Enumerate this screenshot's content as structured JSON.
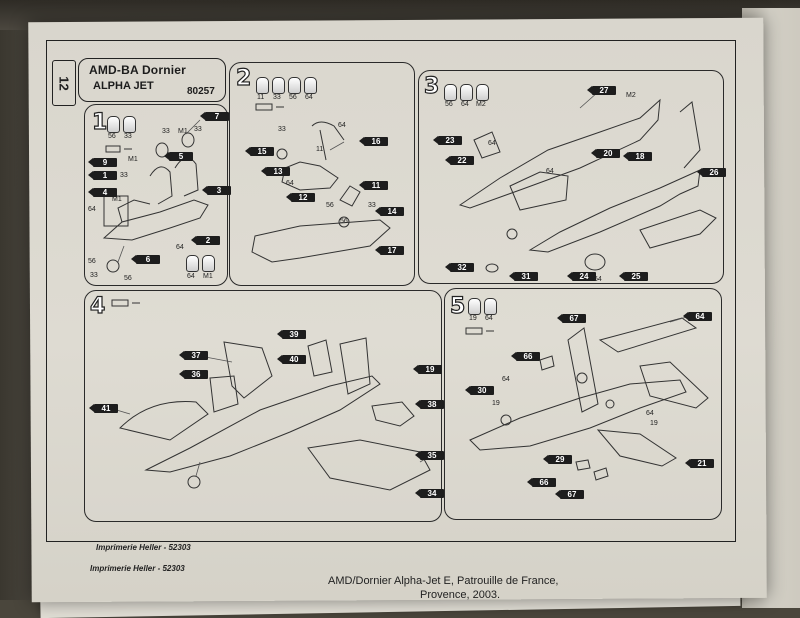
{
  "sheet": {
    "page_number": "12",
    "title_line1": "AMD-BA Dornier",
    "title_line2": "ALPHA JET",
    "kit_ref": "80257",
    "footer_printer": "Imprimerie Heller - 52303",
    "under_footer_printer": "Imprimerie Heller - 52303",
    "under_caption_line1": "AMD/Dornier Alpha-Jet E, Patrouille de France,",
    "under_caption_line2": "Provence, 2003."
  },
  "steps": [
    {
      "number": "1",
      "paints": [
        "56",
        "33"
      ],
      "paints_bottom": [
        "64",
        "M1"
      ],
      "tags": [
        "7",
        "5",
        "9",
        "1",
        "4",
        "3",
        "2",
        "6"
      ],
      "labels": [
        "33",
        "M1",
        "33",
        "M1",
        "33",
        "64",
        "64",
        "56",
        "33",
        "56",
        "M1"
      ]
    },
    {
      "number": "2",
      "paints": [
        "11",
        "33",
        "56",
        "64"
      ],
      "tags": [
        "16",
        "15",
        "13",
        "12",
        "11",
        "14",
        "17"
      ],
      "labels": [
        "64",
        "11",
        "33",
        "64",
        "56",
        "56",
        "33"
      ]
    },
    {
      "number": "3",
      "paints": [
        "56",
        "64",
        "M2"
      ],
      "tags": [
        "27",
        "23",
        "22",
        "20",
        "18",
        "26",
        "32",
        "31",
        "24",
        "25"
      ],
      "labels": [
        "M2",
        "64",
        "64",
        "64"
      ]
    },
    {
      "number": "4",
      "tags": [
        "39",
        "37",
        "40",
        "36",
        "19",
        "41",
        "38",
        "35",
        "34"
      ]
    },
    {
      "number": "5",
      "paints": [
        "19",
        "64"
      ],
      "tags": [
        "67",
        "64",
        "66",
        "30",
        "29",
        "66",
        "67",
        "21"
      ],
      "labels": [
        "64",
        "19",
        "64",
        "19"
      ]
    }
  ]
}
